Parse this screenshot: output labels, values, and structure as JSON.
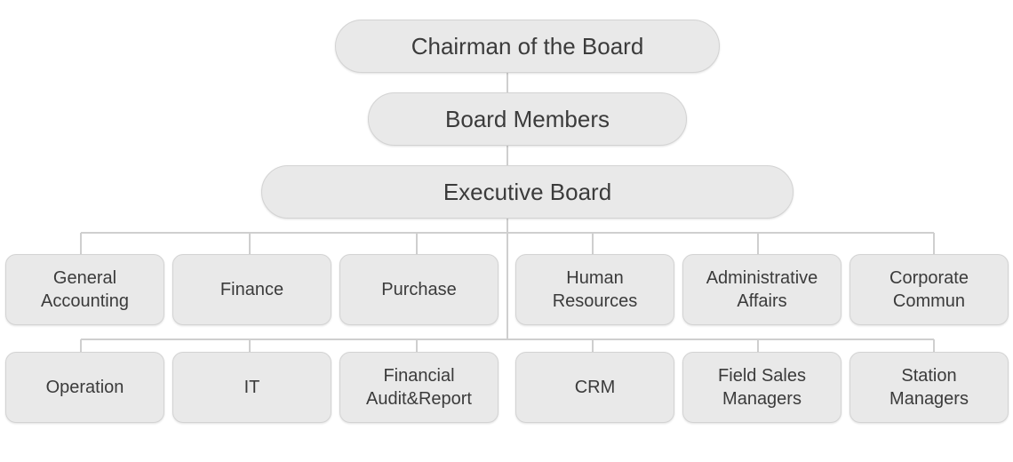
{
  "top_levels": {
    "chairman": "Chairman of the Board",
    "board_members": "Board Members",
    "executive_board": "Executive Board"
  },
  "departments_row1": [
    "General\nAccounting",
    "Finance",
    "Purchase",
    "Human Resources",
    "Administrative\nAffairs",
    "Corporate\nCommun"
  ],
  "departments_row2": [
    "Operation",
    "IT",
    "Financial\nAudit&Report",
    "CRM",
    "Field Sales\nManagers",
    "Station\nManagers"
  ],
  "colors": {
    "node_fill": "#e9e9e9",
    "node_border": "#d3d3d3",
    "connector": "#cfcfcf",
    "text": "#3b3b3b"
  }
}
